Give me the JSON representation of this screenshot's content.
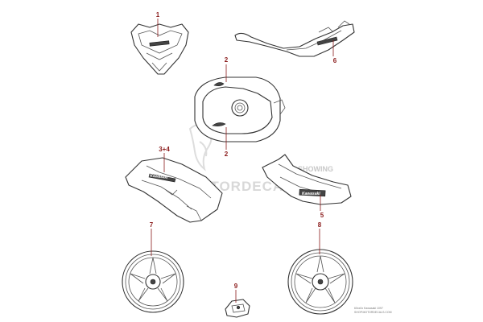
{
  "callouts": {
    "c1": "1",
    "c2a": "2",
    "c2b": "2",
    "c34": "3+4",
    "c5": "5",
    "c6": "6",
    "c7": "7",
    "c8": "8",
    "c9": "9"
  },
  "decals": {
    "side_panel_brand": "Kawasaki",
    "tail_brand": "Kawasaki"
  },
  "watermark": {
    "main": "MOTORDECALS",
    "sub": "SHOWING"
  },
  "copyright": {
    "line1": "60xx0x Kawasaki 1097",
    "line2": "SHOP.MOTORDECALS.COM"
  },
  "colors": {
    "callout": "#8a1a1a",
    "outline": "#333333",
    "watermark": "#d8d8d8"
  }
}
